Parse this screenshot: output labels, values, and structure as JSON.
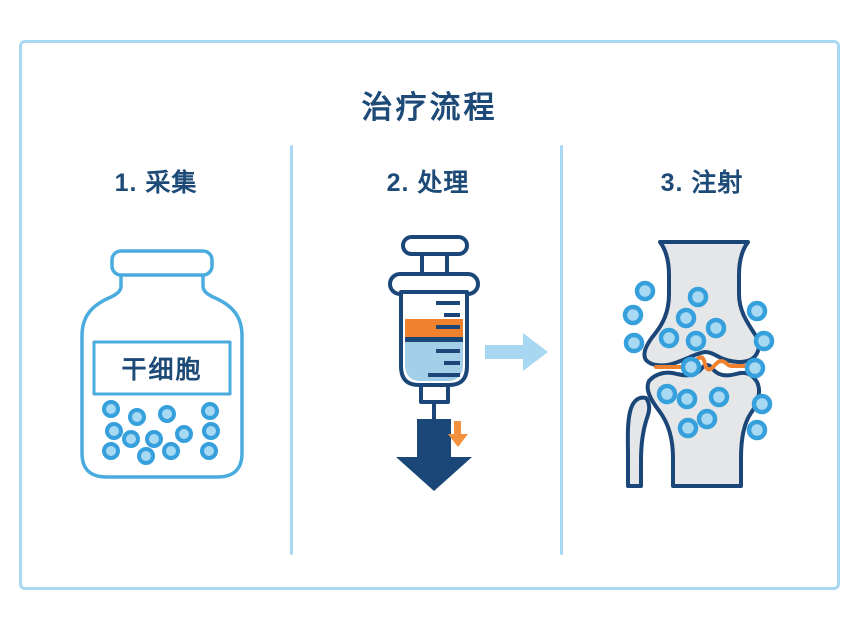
{
  "title": "治疗流程",
  "steps": [
    {
      "label": "1. 采集",
      "icon": "stem-cell-jar-icon"
    },
    {
      "label": "2. 处理",
      "icon": "syringe-icon"
    },
    {
      "label": "3. 注射",
      "icon": "knee-joint-icon"
    }
  ],
  "jar": {
    "label": "干细胞"
  },
  "icons": {
    "flow": "right-arrow-icon",
    "process_main": "down-arrow-icon",
    "process_secondary": "small-orange-down-arrow-icon",
    "damage": "orange-wavy-line"
  },
  "colors": {
    "navy": "#1a4778",
    "text-navy": "#1d4a77",
    "light-blue": "#a8d8f1",
    "cell-fill": "#a8d9f2",
    "cell-stroke": "#35a0dc",
    "jar-outline": "#4aabdf",
    "liquid-blue": "#a3cfe9",
    "orange": "#f0812e",
    "orange-light": "#f5913d",
    "bone-fill": "#e4e6e8"
  }
}
